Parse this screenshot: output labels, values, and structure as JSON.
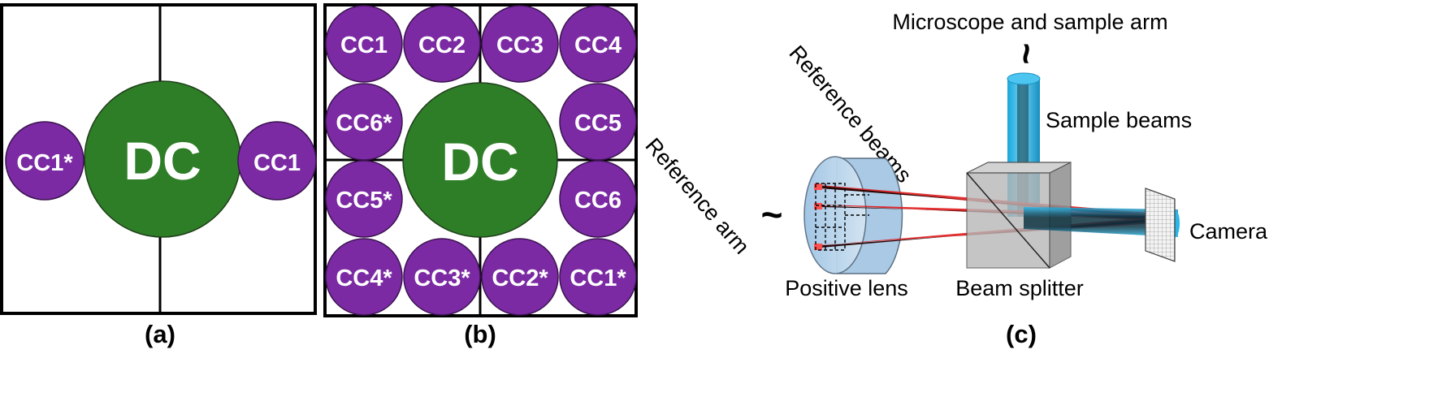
{
  "colors": {
    "dc_fill": "#2E7D27",
    "cc_fill": "#7B2AA3",
    "frame": "#000000",
    "reference_beam": "#E0191B",
    "sample_beam": "#29B6E8",
    "optic_glass": "#BFD6EA",
    "beam_splitter": "#A6A6A6"
  },
  "panel_a": {
    "dc_label": "DC",
    "cc_left": "CC1*",
    "cc_right": "CC1",
    "caption": "(a)"
  },
  "panel_b": {
    "dc_label": "DC",
    "cc_labels": [
      "CC1",
      "CC2",
      "CC3",
      "CC4",
      "CC6*",
      "CC5",
      "CC5*",
      "CC6",
      "CC4*",
      "CC3*",
      "CC2*",
      "CC1*"
    ],
    "caption": "(b)"
  },
  "panel_c": {
    "microscope_label": "Microscope and sample arm",
    "sample_beams_label": "Sample beams",
    "reference_beams_label": "Reference beams",
    "reference_arm_label": "Reference arm",
    "positive_lens_label": "Positive lens",
    "beam_splitter_label": "Beam splitter",
    "camera_label": "Camera",
    "tilde_top": "~",
    "tilde_left": "~",
    "caption": "(c)"
  }
}
